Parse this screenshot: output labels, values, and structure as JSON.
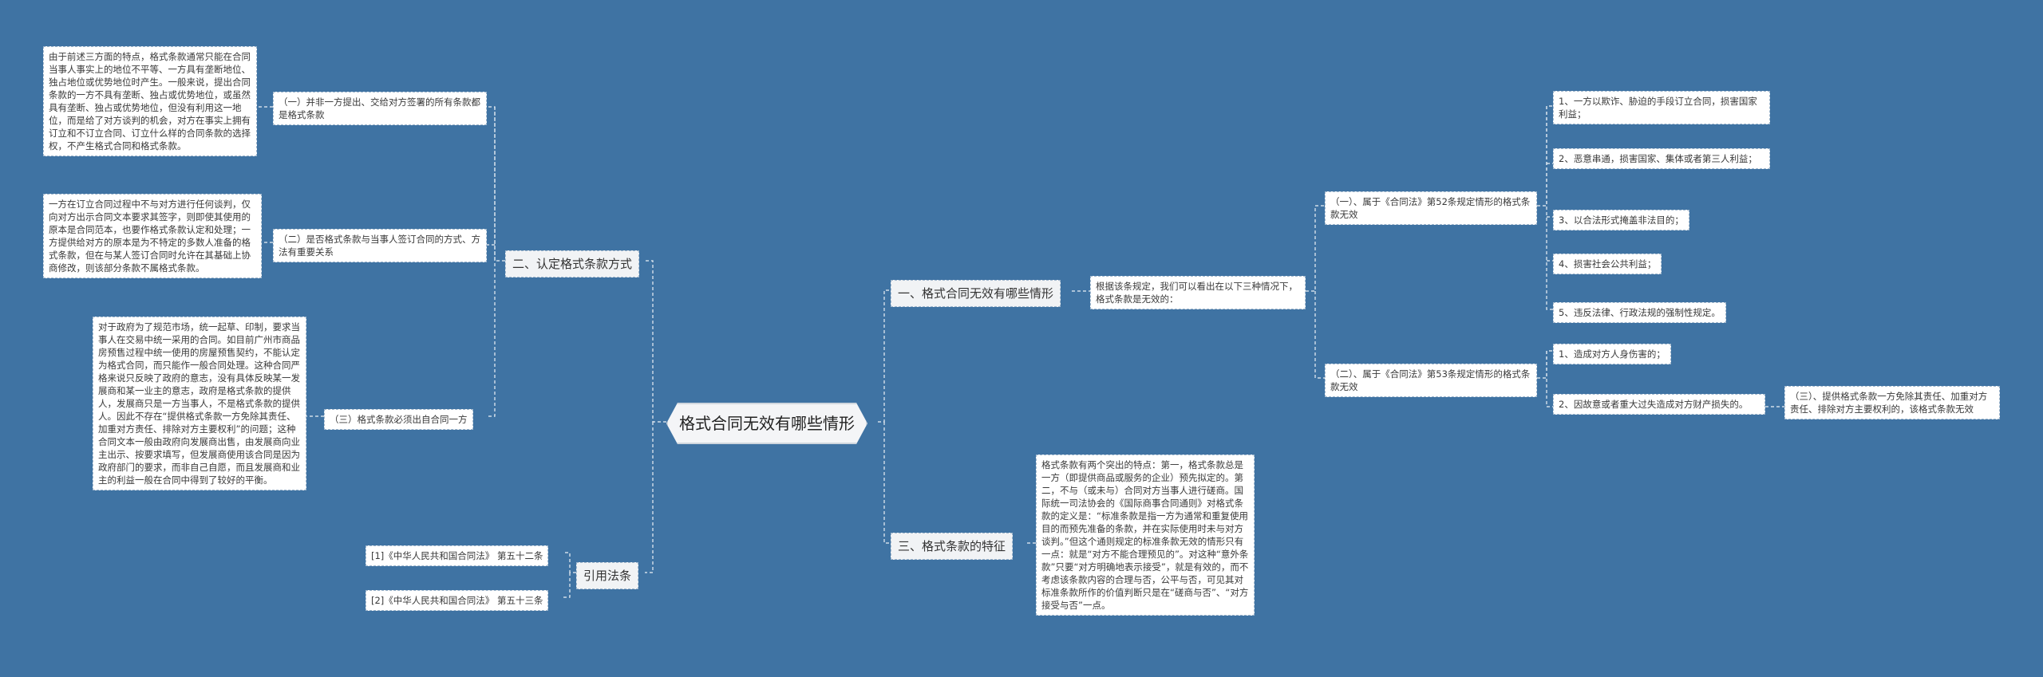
{
  "root": "格式合同无效有哪些情形",
  "branches": {
    "b1": "一、格式合同无效有哪些情形",
    "b2": "二、认定格式条款方式",
    "b3": "三、格式条款的特征",
    "b4": "引用法条"
  },
  "b1_children": {
    "intro": "根据该条规定，我们可以看出在以下三种情况下，格式条款是无效的：",
    "sub1": "（一）、属于《合同法》第52条规定情形的格式条款无效",
    "sub1_items": [
      "1、一方以欺诈、胁迫的手段订立合同，损害国家利益；",
      "2、恶意串通，损害国家、集体或者第三人利益；",
      "3、以合法形式掩盖非法目的；",
      "4、损害社会公共利益；",
      "5、违反法律、行政法规的强制性规定。"
    ],
    "sub2": "（二）、属于《合同法》第53条规定情形的格式条款无效",
    "sub2_items": [
      "1、造成对方人身伤害的；",
      "2、因故意或者重大过失造成对方财产损失的。"
    ],
    "sub3": "（三）、提供格式条款一方免除其责任、加重对方责任、排除对方主要权利的，该格式条款无效"
  },
  "b2_children": {
    "m1": "（一）并非一方提出、交给对方签署的所有条款都是格式条款",
    "m1_detail": "由于前述三方面的特点，格式条款通常只能在合同当事人事实上的地位不平等、一方具有垄断地位、独占地位或优势地位时产生。一般来说，提出合同条款的一方不具有垄断、独占或优势地位，或虽然具有垄断、独占或优势地位，但没有利用这一地位，而是给了对方谈判的机会，对方在事实上拥有订立和不订立合同、订立什么样的合同条款的选择权，不产生格式合同和格式条款。",
    "m2": "（二）是否格式条款与当事人签订合同的方式、方法有重要关系",
    "m2_detail": "一方在订立合同过程中不与对方进行任何谈判，仅向对方出示合同文本要求其签字，则即使其使用的原本是合同范本，也要作格式条款认定和处理；一方提供给对方的原本是为不特定的多数人准备的格式条款，但在与某人签订合同时允许在其基础上协商修改，则该部分条款不属格式条款。",
    "m3": "（三）格式条款必须出自合同一方",
    "m3_detail": "对于政府为了规范市场，统一起草、印制，要求当事人在交易中统一采用的合同。如目前广州市商品房预售过程中统一使用的房屋预售契约，不能认定为格式合同，而只能作一般合同处理。这种合同严格来说只反映了政府的意志，没有具体反映某一发展商和某一业主的意志，政府是格式条款的提供人，发展商只是一方当事人，不是格式条款的提供人。因此不存在“提供格式条款一方免除其责任、加重对方责任、排除对方主要权利”的问题；这种合同文本一般由政府向发展商出售，由发展商向业主出示、按要求填写，但发展商使用该合同是因为政府部门的要求，而非自己自愿，而且发展商和业主的利益一般在合同中得到了较好的平衡。"
  },
  "b3_children": {
    "detail": "格式条款有两个突出的特点：第一，格式条款总是一方（即提供商品或服务的企业）预先拟定的。第二，不与（或未与）合同对方当事人进行磋商。国际统一司法协会的《国际商事合同通则》对格式条款的定义是：“标准条款是指一方为通常和重复使用目的而预先准备的条款，并在实际使用时未与对方谈判。”但这个通则规定的标准条款无效的情形只有一点：就是“对方不能合理预见的”。对这种“意外条款”只要“对方明确地表示接受”，就是有效的，而不考虑该条款内容的合理与否，公平与否，可见其对标准条款所作的价值判断只是在“磋商与否”、“对方接受与否”一点。"
  },
  "b4_children": {
    "ref1": "[1]《中华人民共和国合同法》 第五十二条",
    "ref2": "[2]《中华人民共和国合同法》 第五十三条"
  },
  "colors": {
    "background": "#3f73a3",
    "node_fill": "#ffffff",
    "line": "#ffffff",
    "text": "#3a3a3a"
  }
}
